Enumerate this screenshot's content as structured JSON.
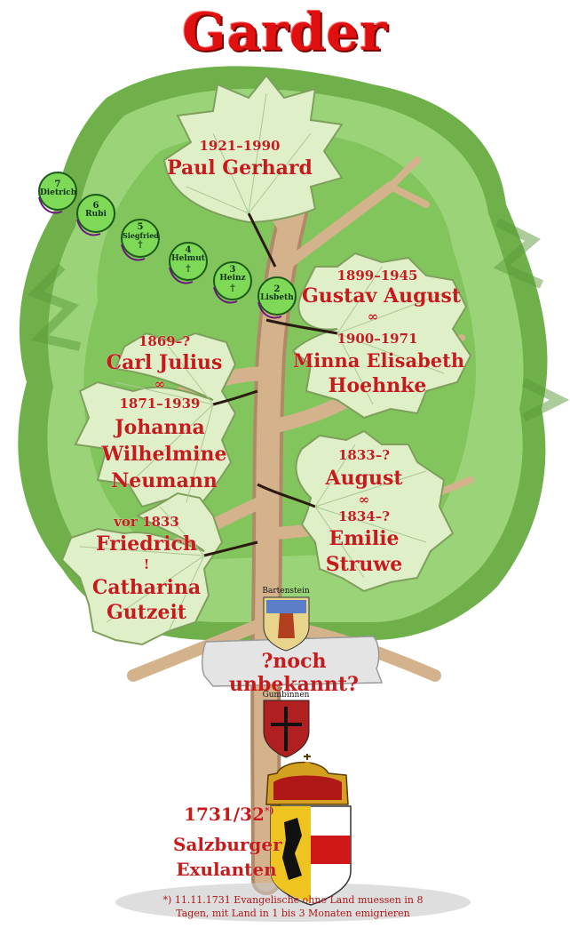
{
  "title": "Garder",
  "children": [
    {
      "num": "7",
      "name": "Dietrich",
      "dagger": ""
    },
    {
      "num": "6",
      "name": "Rubi",
      "dagger": ""
    },
    {
      "num": "5",
      "name": "Siegfried",
      "dagger": "†"
    },
    {
      "num": "4",
      "name": "Helmut",
      "dagger": "†"
    },
    {
      "num": "3",
      "name": "Heinz",
      "dagger": "†"
    },
    {
      "num": "2",
      "name": "Lisbeth",
      "dagger": ""
    }
  ],
  "gen1": {
    "years": "1921–1990",
    "name": "Paul Gerhard"
  },
  "gen2": {
    "husband_years": "1899–1945",
    "husband": "Gustav August",
    "marriage": "∞",
    "wife_years": "1900–1971",
    "wife_first": "Minna Elisabeth",
    "wife_last": "Hoehnke"
  },
  "gen3": {
    "husband_years": "1869–?",
    "husband": "Carl Julius",
    "marriage": "∞",
    "wife_years": "1871–1939",
    "wife_1": "Johanna",
    "wife_2": "Wilhelmine",
    "wife_3": "Neumann"
  },
  "gen4": {
    "husband_years": "1833–?",
    "husband": "August",
    "marriage": "∞",
    "wife_years": "1834–?",
    "wife_first": "Emilie",
    "wife_last": "Struwe"
  },
  "gen5": {
    "husband_years": "vor 1833",
    "husband": "Friedrich",
    "marriage": "!",
    "wife_first": "Catharina",
    "wife_last": "Gutzeit"
  },
  "crest1": "Bartenstein",
  "banner": "?noch unbekannt?",
  "crest2": "Gumbinnen",
  "origin": {
    "years": "1731/32",
    "footnote_mark": "*)",
    "line1": "Salzburger",
    "line2": "Exulanten"
  },
  "footnote": {
    "line1": "*) 11.11.1731 Evangelische ohne Land muessen in 8",
    "line2": "Tagen, mit Land in 1 bis 3 Monaten emigrieren"
  },
  "colors": {
    "text": "#c61b1b",
    "leaf": "#dff0c8",
    "foliage_dark": "#6fb04a",
    "foliage_light": "#9bd478",
    "trunk": "#d4b28c",
    "badge": "#7ed957"
  }
}
